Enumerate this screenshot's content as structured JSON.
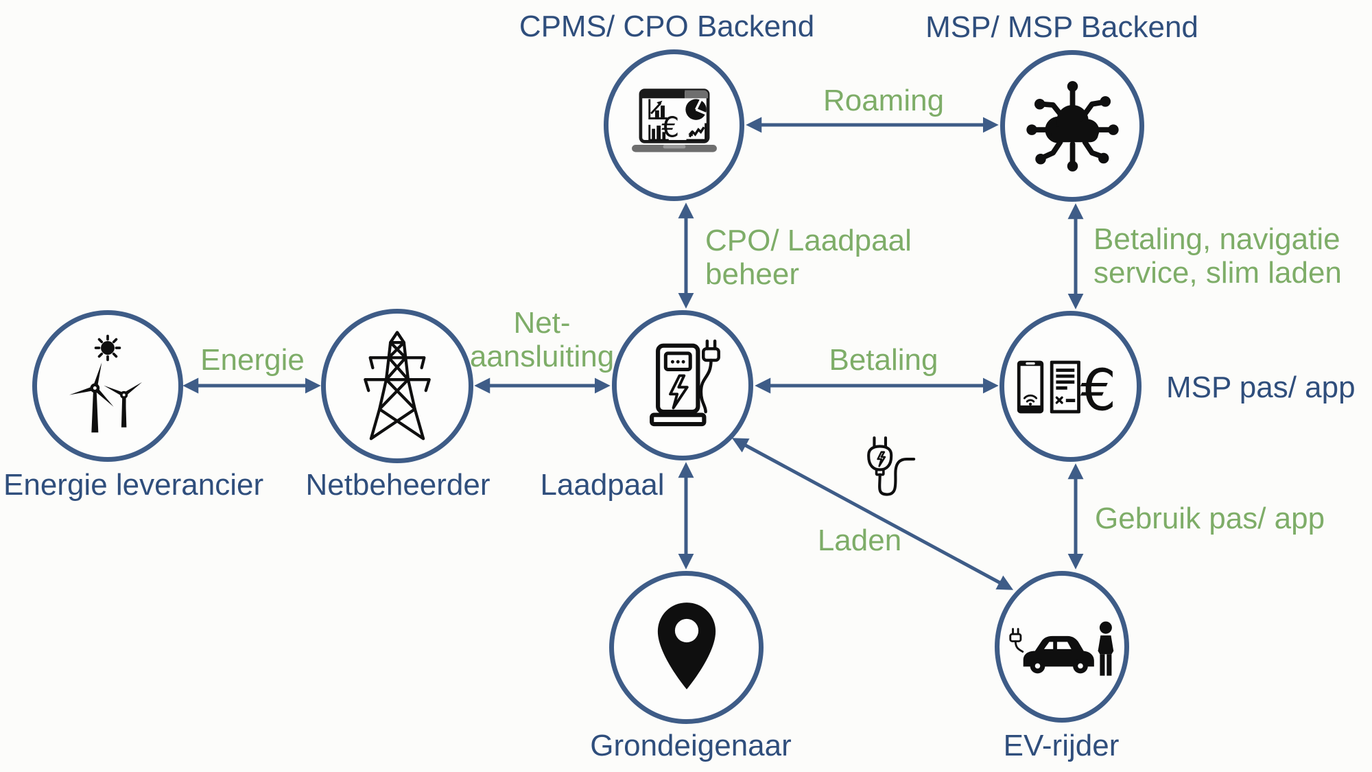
{
  "colors": {
    "background": "#fcfcfa",
    "accent_blue": "#3e5c87",
    "text_blue": "#2f4e7c",
    "label_green": "#7ead68",
    "icon_black": "#0f0f0f"
  },
  "labels": {
    "euro_symbol": "€"
  },
  "nodes": [
    {
      "id": "cpms-backend",
      "label": "CPMS/ CPO Backend",
      "icon": "laptop-analytics-icon",
      "label_position": "top"
    },
    {
      "id": "msp-backend",
      "label": "MSP/ MSP Backend",
      "icon": "cloud-network-icon",
      "label_position": "top"
    },
    {
      "id": "energie-leverancier",
      "label": "Energie leverancier",
      "icon": "wind-turbines-sun-icon",
      "label_position": "bottom"
    },
    {
      "id": "netbeheerder",
      "label": "Netbeheerder",
      "icon": "transmission-tower-icon",
      "label_position": "bottom"
    },
    {
      "id": "laadpaal",
      "label": "Laadpaal",
      "icon": "charging-station-icon",
      "label_position": "bottom-left"
    },
    {
      "id": "msp-pas-app",
      "label": "MSP pas/ app",
      "icon": "phone-card-euro-icon",
      "label_position": "right"
    },
    {
      "id": "grondeigenaar",
      "label": "Grondeigenaar",
      "icon": "map-pin-icon",
      "label_position": "bottom"
    },
    {
      "id": "ev-rijder",
      "label": "EV-rijder",
      "icon": "ev-car-driver-icon",
      "label_position": "bottom"
    }
  ],
  "edges": [
    {
      "from": "cpms-backend",
      "to": "msp-backend",
      "style": "double-arrow",
      "label_lines": [
        "Roaming"
      ]
    },
    {
      "from": "cpms-backend",
      "to": "laadpaal",
      "style": "double-arrow",
      "label_lines": [
        "CPO/ Laadpaal",
        "beheer"
      ]
    },
    {
      "from": "msp-backend",
      "to": "msp-pas-app",
      "style": "double-arrow",
      "label_lines": [
        "Betaling, navigatie",
        "service, slim laden"
      ]
    },
    {
      "from": "energie-leverancier",
      "to": "netbeheerder",
      "style": "double-arrow",
      "label_lines": [
        "Energie"
      ]
    },
    {
      "from": "netbeheerder",
      "to": "laadpaal",
      "style": "double-arrow",
      "label_lines": [
        "Net-",
        "aansluiting"
      ]
    },
    {
      "from": "laadpaal",
      "to": "msp-pas-app",
      "style": "double-arrow",
      "label_lines": [
        "Betaling"
      ]
    },
    {
      "from": "laadpaal",
      "to": "grondeigenaar",
      "style": "double-arrow",
      "label_lines": []
    },
    {
      "from": "msp-pas-app",
      "to": "ev-rijder",
      "style": "double-arrow",
      "label_lines": [
        "Gebruik pas/ app"
      ]
    },
    {
      "from": "laadpaal",
      "to": "ev-rijder",
      "style": "double-arrow",
      "label_lines": [
        "Laden"
      ]
    }
  ],
  "decorations": [
    {
      "icon": "power-plug-icon"
    }
  ]
}
